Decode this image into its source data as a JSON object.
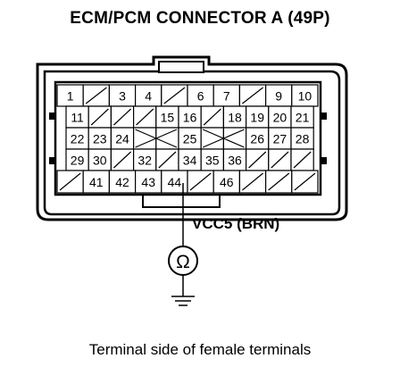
{
  "title": "ECM/PCM CONNECTOR A (49P)",
  "caption": "Terminal side of female terminals",
  "callout_label": "VCC5 (BRN)",
  "meter_symbol": "Ω",
  "connector": {
    "rows": [
      [
        "1",
        "",
        "3",
        "4",
        "",
        "6",
        "7",
        "",
        "9",
        "10"
      ],
      [
        "11",
        "",
        "",
        "",
        "15",
        "16",
        "",
        "18",
        "19",
        "20",
        "21"
      ],
      [
        "22",
        "23",
        "24",
        "",
        "",
        "25",
        "",
        "",
        "26",
        "27",
        "28"
      ],
      [
        "29",
        "30",
        "",
        "32",
        "",
        "34",
        "35",
        "36",
        "",
        "",
        ""
      ],
      [
        "",
        "41",
        "42",
        "43",
        "44",
        "",
        "46",
        "",
        "",
        ""
      ]
    ]
  }
}
